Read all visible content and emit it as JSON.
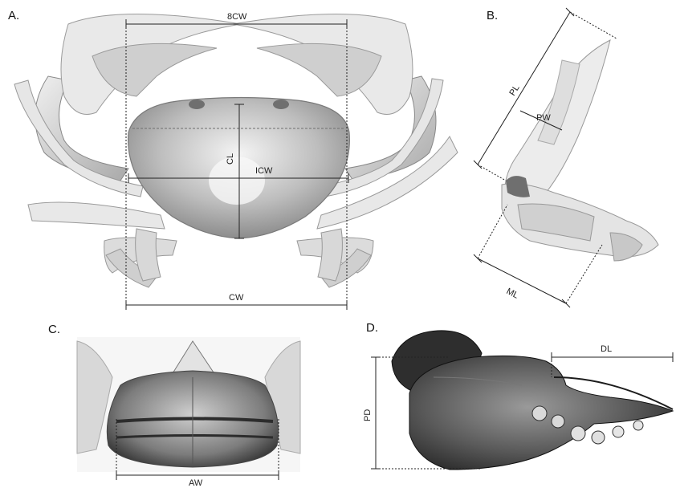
{
  "panels": [
    {
      "label": "A."
    },
    {
      "label": "B."
    },
    {
      "label": "C."
    },
    {
      "label": "D."
    }
  ],
  "measurements": {
    "bcw": "8CW",
    "cl": "CL",
    "icw": "ICW",
    "cw": "CW",
    "pl": "PL",
    "pw": "PW",
    "ml": "ML",
    "aw": "AW",
    "pd": "PD",
    "dl": "DL"
  },
  "colors": {
    "line": "#222222",
    "shell_light": "#d9d9d9",
    "shell_mid": "#a8a8a8",
    "shell_dark": "#333333"
  }
}
